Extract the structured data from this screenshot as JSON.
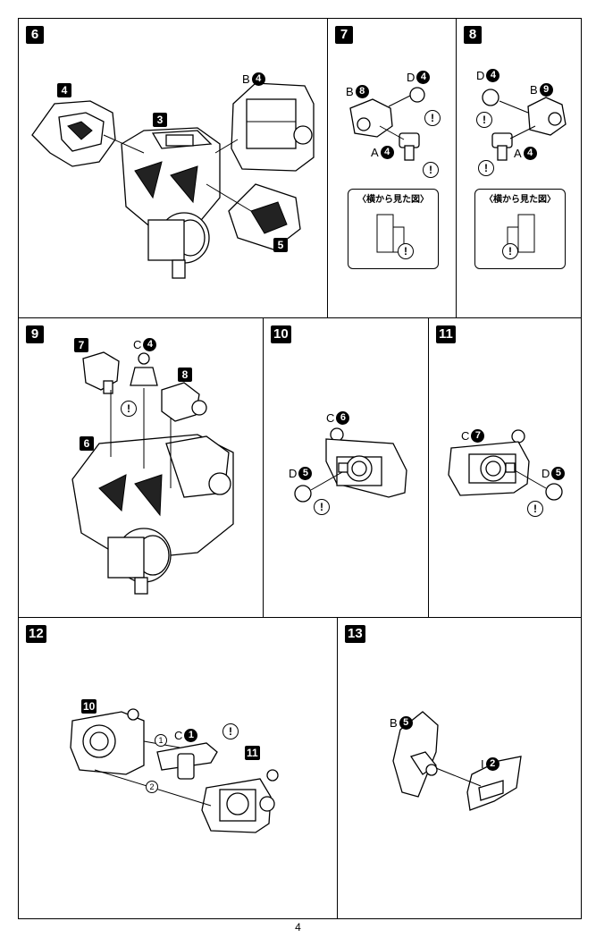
{
  "page_number": "4",
  "panels": {
    "p6": {
      "step": "6",
      "tags": [
        "4",
        "3",
        "5"
      ],
      "part_B": {
        "letter": "B",
        "num": "4"
      }
    },
    "p7": {
      "step": "7",
      "D": {
        "letter": "D",
        "num": "4"
      },
      "B": {
        "letter": "B",
        "num": "8"
      },
      "A": {
        "letter": "A",
        "num": "4"
      },
      "side_caption": "〈横から見た図〉"
    },
    "p8": {
      "step": "8",
      "D": {
        "letter": "D",
        "num": "4"
      },
      "B": {
        "letter": "B",
        "num": "9"
      },
      "A": {
        "letter": "A",
        "num": "4"
      },
      "side_caption": "〈横から見た図〉"
    },
    "p9": {
      "step": "9",
      "tags": [
        "7",
        "8",
        "6"
      ],
      "C": {
        "letter": "C",
        "num": "4"
      }
    },
    "p10": {
      "step": "10",
      "C": {
        "letter": "C",
        "num": "6"
      },
      "D": {
        "letter": "D",
        "num": "5"
      }
    },
    "p11": {
      "step": "11",
      "C": {
        "letter": "C",
        "num": "7"
      },
      "D": {
        "letter": "D",
        "num": "5"
      }
    },
    "p12": {
      "step": "12",
      "tags": [
        "10",
        "11"
      ],
      "C": {
        "letter": "C",
        "num": "1"
      },
      "order": [
        "1",
        "2"
      ]
    },
    "p13": {
      "step": "13",
      "B": {
        "letter": "B",
        "num": "5"
      },
      "I": {
        "letter": "I",
        "num": "2"
      }
    }
  },
  "excl_mark": "!"
}
